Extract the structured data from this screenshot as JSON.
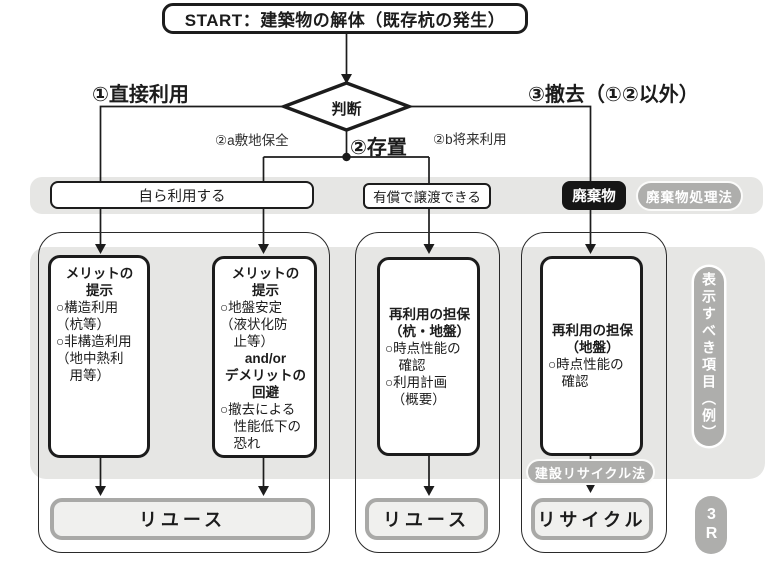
{
  "start": {
    "label": "START：建築物の解体（既存杭の発生）"
  },
  "decision": {
    "label": "判断"
  },
  "branches": {
    "direct_use": "①直接利用",
    "removal": "③撤去（①②以外）",
    "preserve": "②存置",
    "preserve_site": "②a敷地保全",
    "preserve_future": "②b将来利用"
  },
  "conditions": {
    "self_use": "自ら利用する",
    "paid_transfer": "有償で譲渡できる",
    "waste": "廃棄物"
  },
  "law_badges": {
    "waste_law": "廃棄物処理法",
    "recycle_law": "建設リサイクル法"
  },
  "display_items": {
    "box1": {
      "heading": "メリットの\n提示",
      "body": "○構造利用\n（杭等）\n○非構造利用\n（地中熱利\n　用等）"
    },
    "box2": {
      "heading1": "メリットの\n提示",
      "body1": "○地盤安定\n（液状化防\n　止等）",
      "connector": "and/or",
      "heading2": "デメリットの\n回避",
      "body2": "○撤去による\n　性能低下の\n　恐れ"
    },
    "box3": {
      "heading": "再利用の担保\n（杭・地盤）",
      "body": "○時点性能の\n　確認\n○利用計画\n　（概要）"
    },
    "box4": {
      "heading": "再利用の担保\n（地盤）",
      "body": "○時点性能の\n　確認"
    }
  },
  "results": {
    "reuse_left": "リユース",
    "reuse_mid": "リユース",
    "recycle": "リサイクル"
  },
  "sidebar": {
    "display_items": "表示すべき項目（例）",
    "three_r": "3R"
  },
  "colors": {
    "line_black": "#1c1c1c",
    "band_gray": "#e6e6e4",
    "badge_gray": "#aeaeac",
    "result_border_gray": "#a9a9a7",
    "result_fill": "#f0f0ee",
    "waste_black": "#161616"
  }
}
